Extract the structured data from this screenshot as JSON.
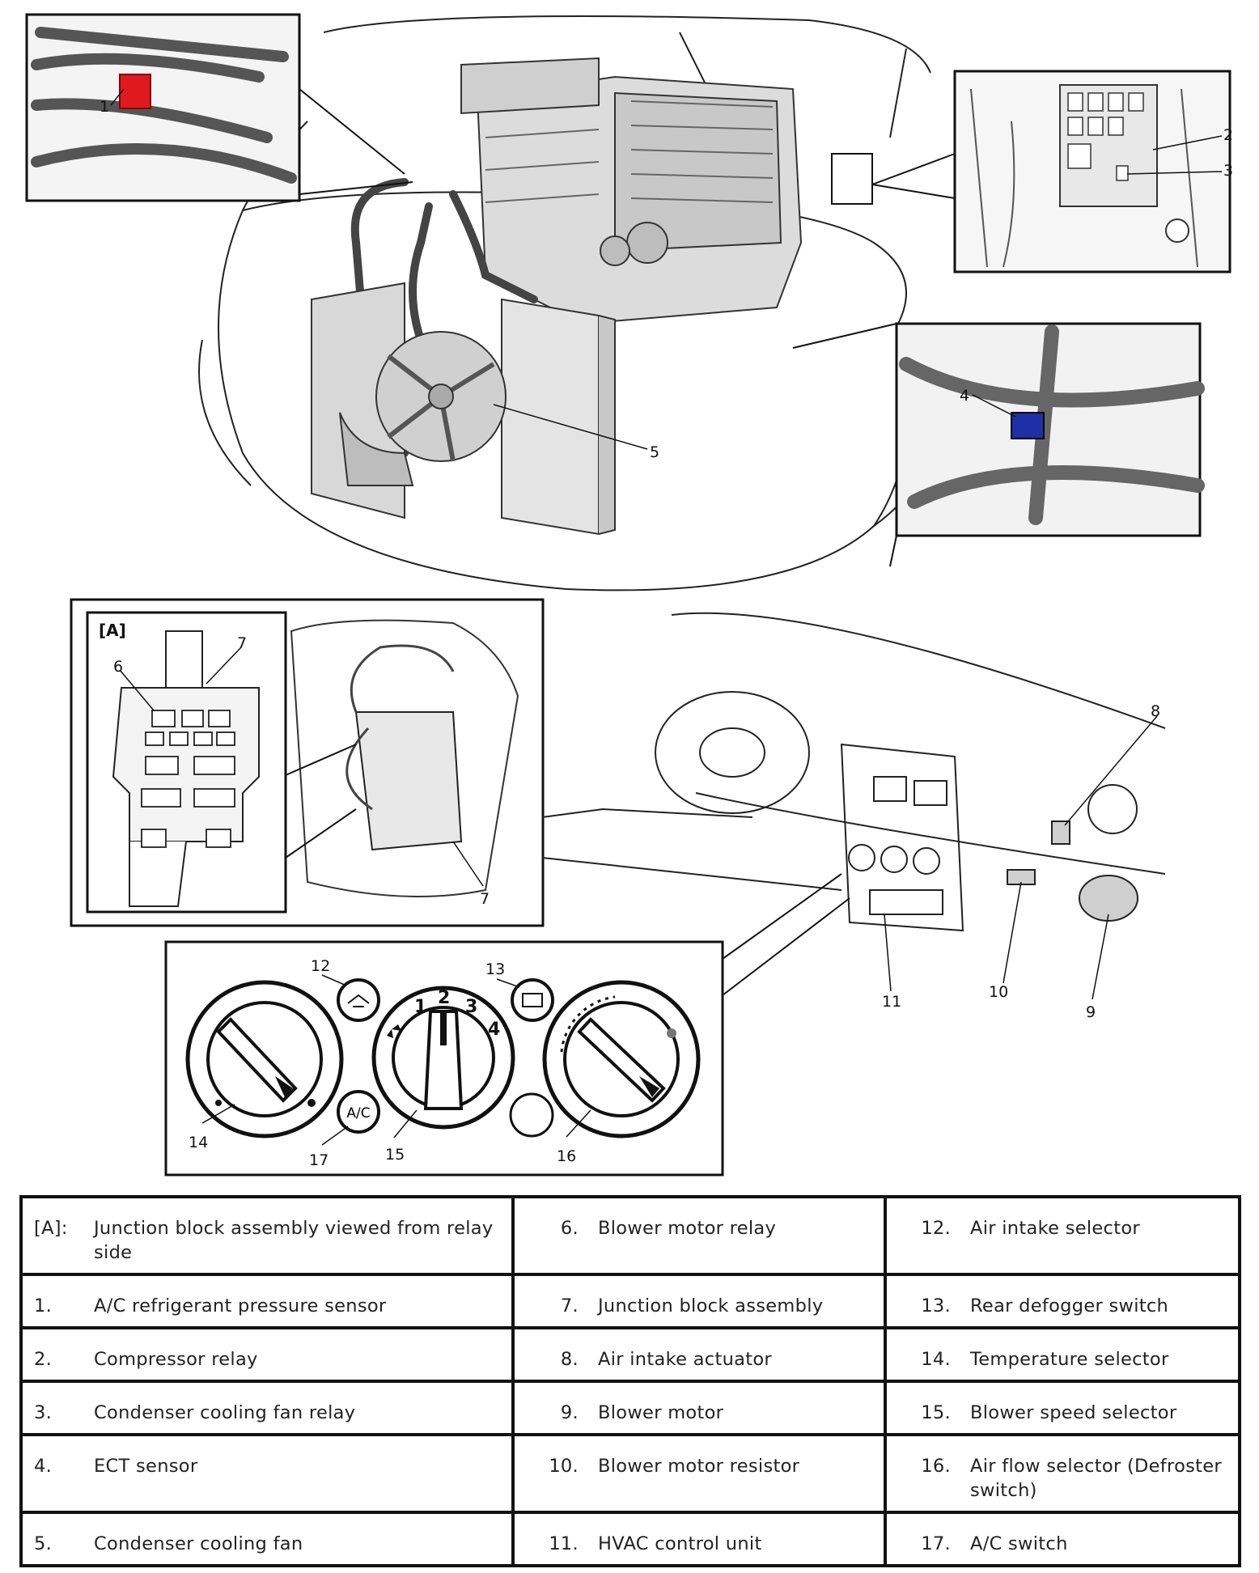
{
  "callouts": {
    "c1": "1",
    "c2": "2",
    "c3": "3",
    "c4": "4",
    "c5": "5",
    "c6": "6",
    "c7a": "7",
    "c7b": "7",
    "c8": "8",
    "c9": "9",
    "c10": "10",
    "c11": "11",
    "c12": "12",
    "c13": "13",
    "c14": "14",
    "c15": "15",
    "c16": "16",
    "c17": "17"
  },
  "panel_a_label": "[A]",
  "control_panel": {
    "speed_1": "1",
    "speed_2": "2",
    "speed_3": "3",
    "speed_4": "4",
    "ac_label": "A/C"
  },
  "legend": {
    "rows": [
      [
        {
          "num": "[A]:",
          "text": "Junction block assembly viewed from relay side"
        },
        {
          "num": "6.",
          "text": "Blower motor relay"
        },
        {
          "num": "12.",
          "text": "Air intake selector"
        }
      ],
      [
        {
          "num": "1.",
          "text": "A/C refrigerant pressure sensor"
        },
        {
          "num": "7.",
          "text": "Junction block assembly"
        },
        {
          "num": "13.",
          "text": "Rear defogger switch"
        }
      ],
      [
        {
          "num": "2.",
          "text": "Compressor relay"
        },
        {
          "num": "8.",
          "text": "Air intake actuator"
        },
        {
          "num": "14.",
          "text": "Temperature selector"
        }
      ],
      [
        {
          "num": "3.",
          "text": "Condenser cooling fan relay"
        },
        {
          "num": "9.",
          "text": "Blower motor"
        },
        {
          "num": "15.",
          "text": "Blower speed selector"
        }
      ],
      [
        {
          "num": "4.",
          "text": "ECT sensor"
        },
        {
          "num": "10.",
          "text": "Blower motor resistor"
        },
        {
          "num": "16.",
          "text": "Air flow selector (Defroster switch)"
        }
      ],
      [
        {
          "num": "5.",
          "text": "Condenser cooling fan"
        },
        {
          "num": "11.",
          "text": "HVAC control unit"
        },
        {
          "num": "17.",
          "text": "A/C switch"
        }
      ]
    ]
  },
  "colors": {
    "sensor_highlight": "#e0191f",
    "ect_highlight": "#1f2fa8",
    "line": "#222222",
    "part_fill": "#d4d4d4"
  }
}
